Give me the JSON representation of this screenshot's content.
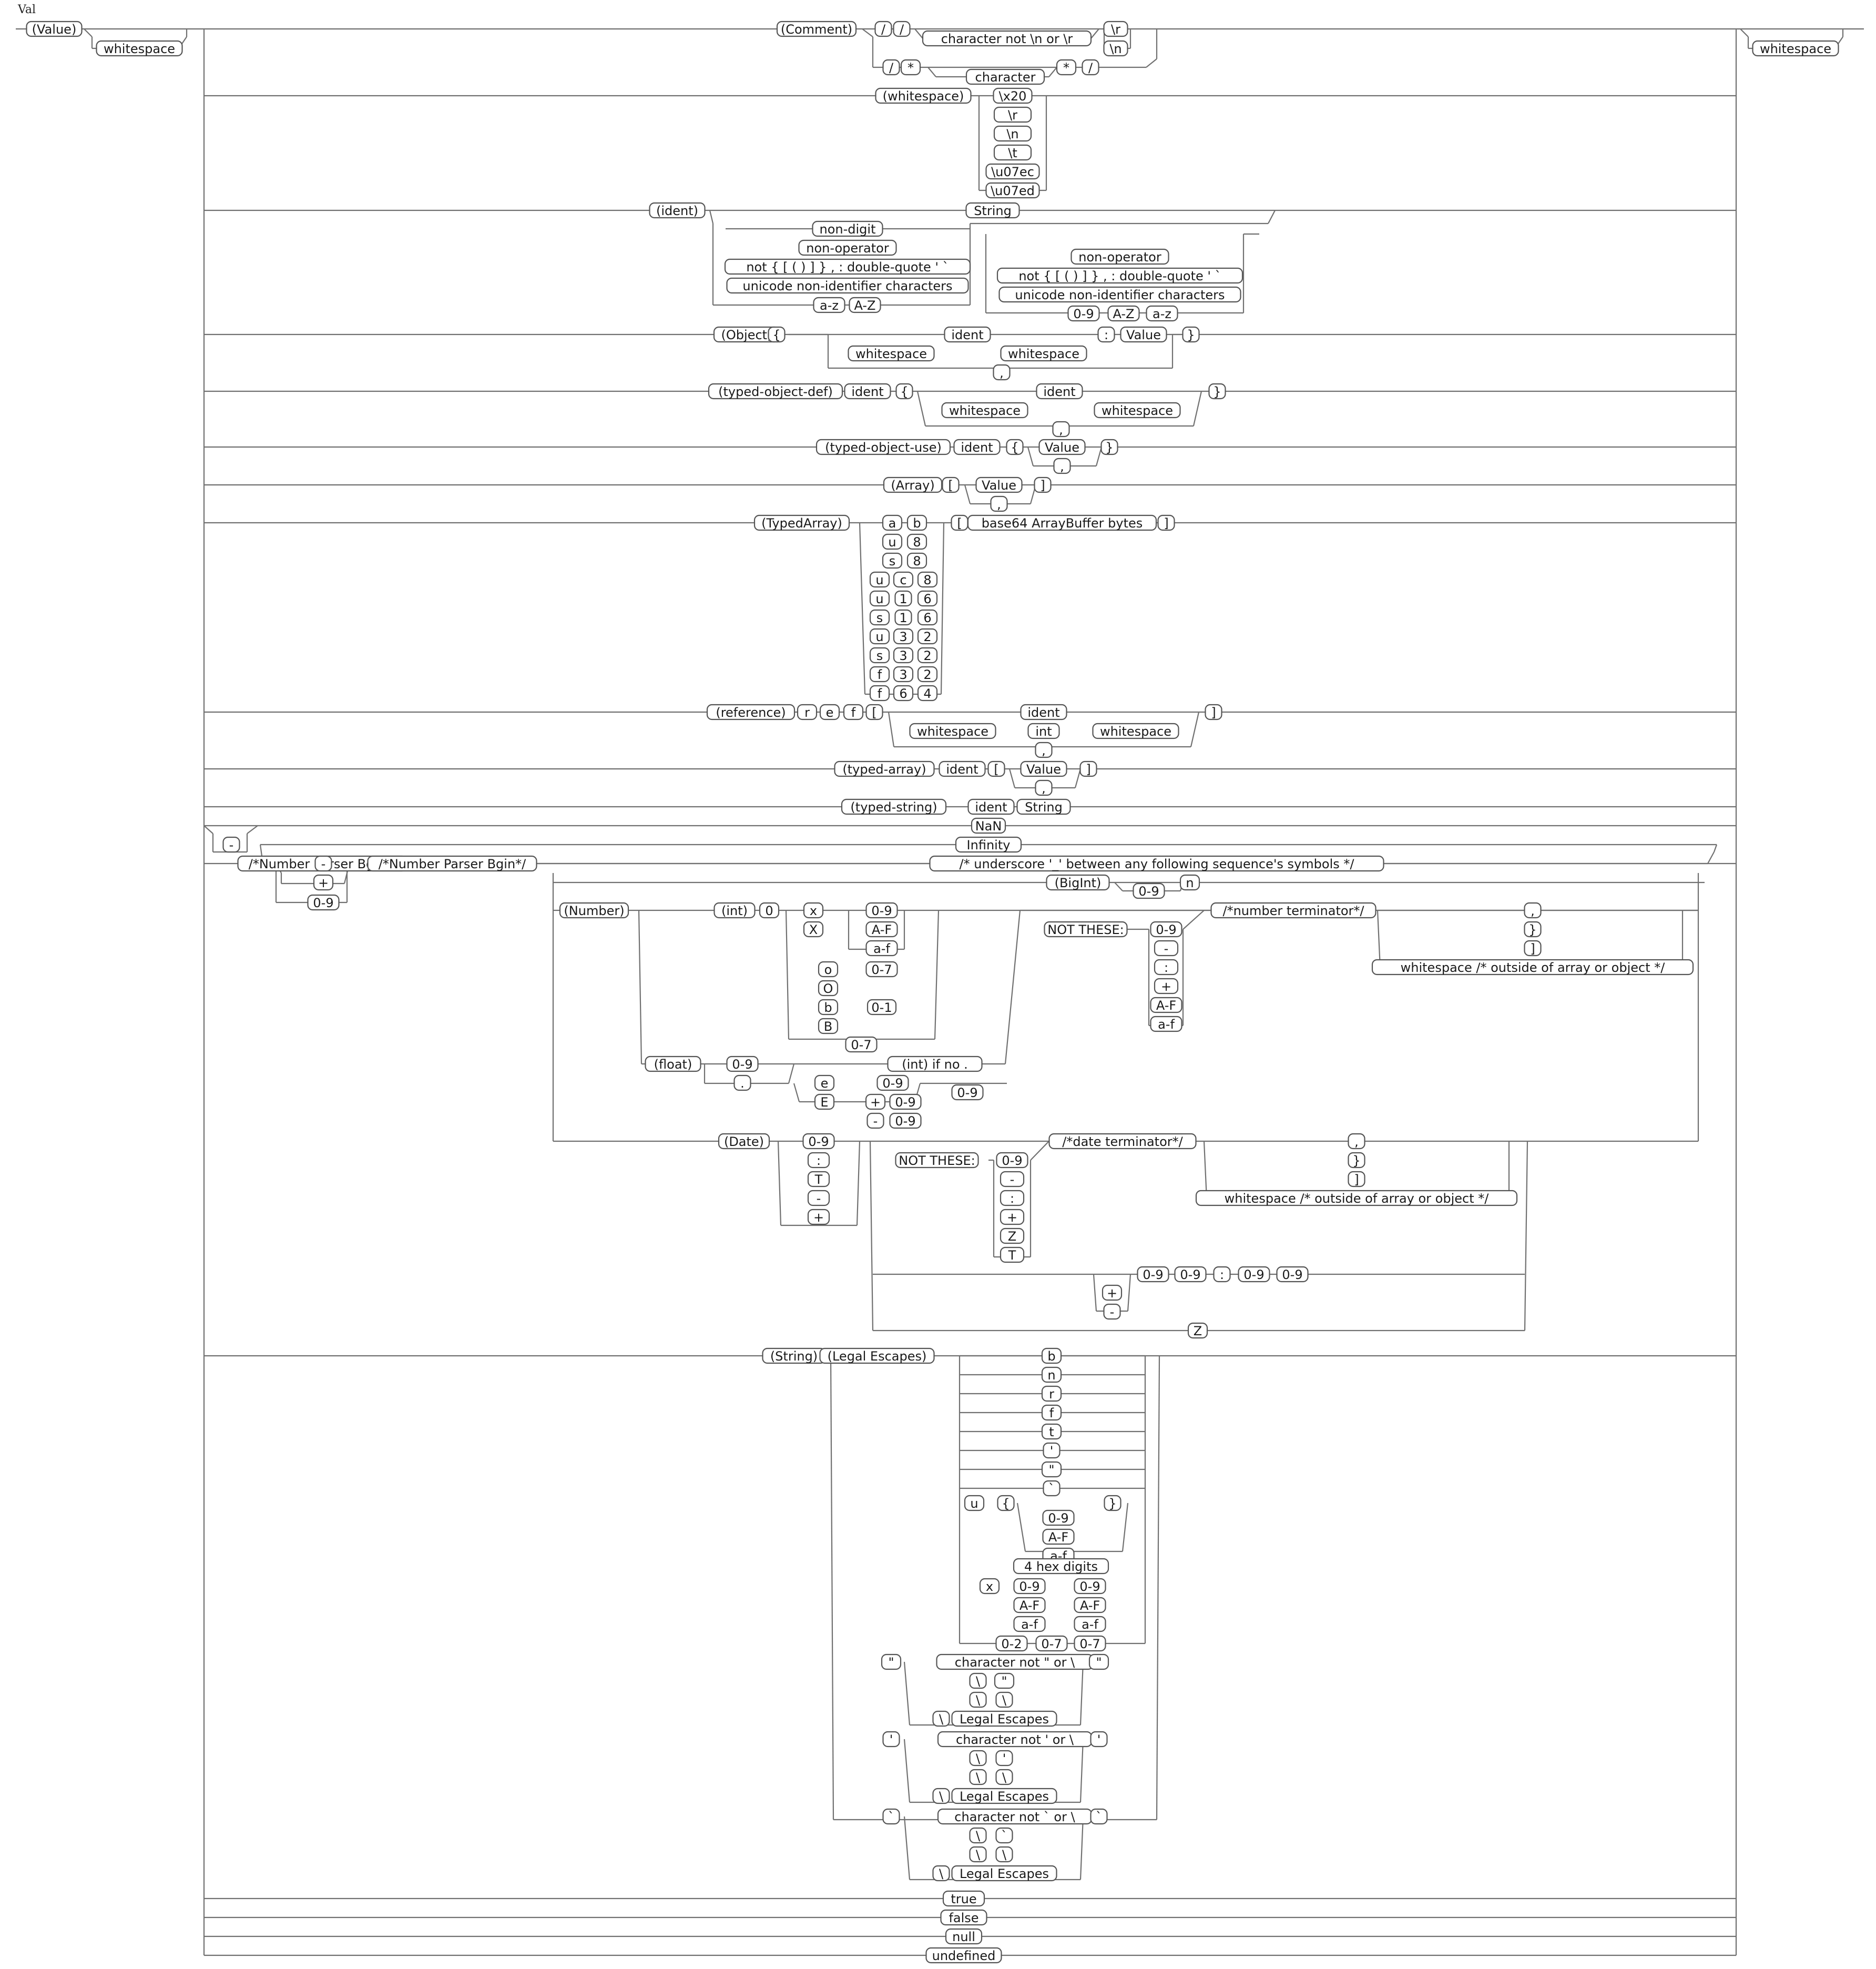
{
  "diagram": {
    "title": "Val",
    "start": {
      "label": "(Value)",
      "whitespace": "whitespace",
      "end_whitespace": "whitespace"
    },
    "comment": {
      "label": "(Comment)",
      "slash": "/",
      "star": "*",
      "not_newline": "character not \\n or \\r",
      "cr": "\\r",
      "lf": "\\n",
      "character": "character"
    },
    "whitespace": {
      "label": "(whitespace)",
      "chars": [
        "\\x20",
        "\\r",
        "\\n",
        "\\t",
        "\\u07ec",
        "\\u07ed"
      ]
    },
    "ident": {
      "label": "(ident)",
      "string": "String",
      "first": [
        "non-digit",
        "non-operator",
        "not { [ ( ) ] } , : double-quote ' `",
        "unicode non-identifier characters"
      ],
      "first_az": "a-z",
      "first_AZ": "A-Z",
      "rest": [
        "non-operator",
        "not { [ ( ) ] } , : double-quote ' `",
        "unicode non-identifier characters"
      ],
      "rest_09": "0-9",
      "rest_AZ": "A-Z",
      "rest_az": "a-z"
    },
    "object": {
      "label": "(Object)",
      "open": "{",
      "close": "}",
      "ident": "ident",
      "colon": ":",
      "value": "Value",
      "comma": ",",
      "whitespace": "whitespace"
    },
    "typed_object_def": {
      "label": "(typed-object-def)",
      "ident": "ident",
      "open": "{",
      "close": "}",
      "field": "ident",
      "comma": ",",
      "whitespace": "whitespace"
    },
    "typed_object_use": {
      "label": "(typed-object-use)",
      "ident": "ident",
      "open": "{",
      "value": "Value",
      "close": "}",
      "comma": ","
    },
    "array": {
      "label": "(Array)",
      "open": "[",
      "value": "Value",
      "close": "]",
      "comma": ","
    },
    "typed_array_bin": {
      "label": "(TypedArray)",
      "codes": [
        [
          "a",
          "b"
        ],
        [
          "u",
          "8"
        ],
        [
          "s",
          "8"
        ],
        [
          "u",
          "c",
          "8"
        ],
        [
          "u",
          "1",
          "6"
        ],
        [
          "s",
          "1",
          "6"
        ],
        [
          "u",
          "3",
          "2"
        ],
        [
          "s",
          "3",
          "2"
        ],
        [
          "f",
          "3",
          "2"
        ],
        [
          "f",
          "6",
          "4"
        ]
      ],
      "open": "[",
      "bytes": "base64 ArrayBuffer bytes",
      "close": "]"
    },
    "reference": {
      "label": "(reference)",
      "letters": [
        "r",
        "e",
        "f"
      ],
      "open": "[",
      "ident": "ident",
      "int": "int",
      "close": "]",
      "comma": ",",
      "whitespace": "whitespace"
    },
    "typed_array": {
      "label": "(typed-array)",
      "ident": "ident",
      "open": "[",
      "value": "Value",
      "close": "]",
      "comma": ","
    },
    "typed_string": {
      "label": "(typed-string)",
      "ident": "ident",
      "string": "String"
    },
    "nan": "NaN",
    "infinity": "Infinity",
    "minus": "-",
    "number_sign": [
      "-",
      "+"
    ],
    "sign_digit": "0-9",
    "number_parser": "/*Number Parser Bgin*/",
    "underscore_note": "/*  underscore '_' between any following sequence's symbols */",
    "bigint": {
      "label": "(BigInt)",
      "digits": "0-9",
      "suffix": "n"
    },
    "number": {
      "label": "(Number)",
      "int": "(int)",
      "zero": "0",
      "hex_prefix": [
        "x",
        "X"
      ],
      "hex_digits": [
        "0-9",
        "A-F",
        "a-f"
      ],
      "oct_prefix": [
        "o",
        "O"
      ],
      "oct_digits": "0-7",
      "bin_prefix": [
        "b",
        "B"
      ],
      "bin_digits": "0-1",
      "legacy_oct": "0-7",
      "float": "(float)",
      "float_digits": "0-9",
      "dot": ".",
      "int_if_no_dot": "(int) if no .",
      "exp_marks": [
        "e",
        "E"
      ],
      "exp_digits": "0-9",
      "exp_signs": [
        "+",
        "-"
      ],
      "exp_tail": "0-9",
      "not_these": "NOT THESE:",
      "excluded": [
        "0-9",
        "-",
        ":",
        "+",
        "A-F",
        "a-f"
      ],
      "terminator": "/*number terminator*/",
      "terminators": [
        ",",
        "}",
        "]",
        "whitespace /* outside of array or object */"
      ]
    },
    "date": {
      "label": "(Date)",
      "chars": [
        "0-9",
        ":",
        "T",
        "-",
        "+"
      ],
      "not_these": "NOT THESE:",
      "excluded": [
        "0-9",
        "-",
        ":",
        "+",
        "Z",
        "T"
      ],
      "terminator": "/*date terminator*/",
      "terminators": [
        ",",
        "}",
        "]",
        "whitespace /* outside of array or object */"
      ],
      "tz_signs": [
        "+",
        "-"
      ],
      "tz": [
        "0-9",
        "0-9",
        ":",
        "0-9",
        "0-9"
      ],
      "zulu": "Z"
    },
    "string": {
      "label": "(String)",
      "legal": "(Legal Escapes)",
      "escapes": [
        "b",
        "n",
        "r",
        "f",
        "t",
        "'",
        "\"",
        "`"
      ],
      "u": "u",
      "brace_open": "{",
      "brace_close": "}",
      "hex": [
        "0-9",
        "A-F",
        "a-f"
      ],
      "four_hex": "4 hex digits",
      "x": "x",
      "oct": [
        "0-2",
        "0-7",
        "0-7"
      ],
      "dq": "\"",
      "dq_char": "character not \" or \\",
      "sq": "'",
      "sq_char": "character not ' or \\",
      "bq": "`",
      "bq_char": "character not ` or \\",
      "backslash": "\\",
      "legal_escapes": "Legal Escapes"
    },
    "keywords": [
      "true",
      "false",
      "null",
      "undefined"
    ]
  }
}
